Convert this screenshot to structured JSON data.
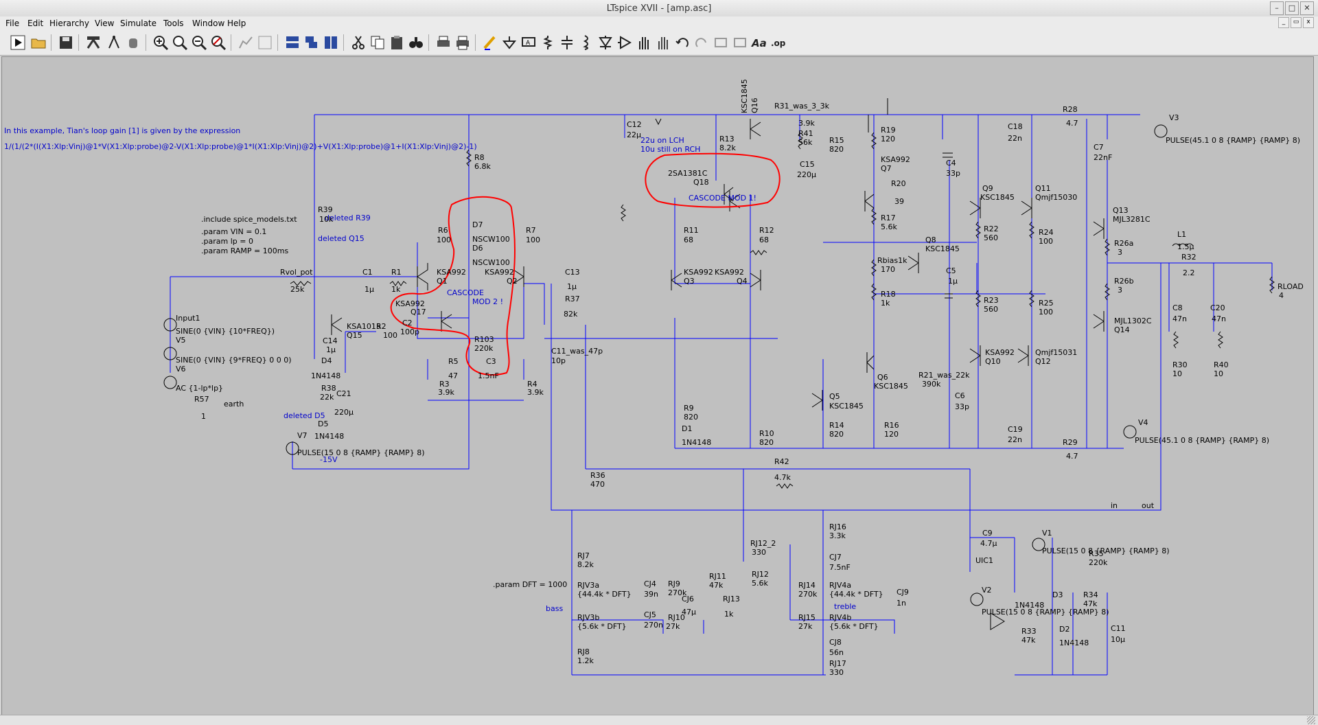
{
  "window": {
    "title": "LTspice XVII - [amp.asc]"
  },
  "menu": {
    "file": "File",
    "edit": "Edit",
    "hierarchy": "Hierarchy",
    "view": "View",
    "simulate": "Simulate",
    "tools": "Tools",
    "window": "Window",
    "help": "Help"
  },
  "toolbar": {
    "font_icon": "Aa",
    "directive_icon": ".op"
  },
  "colors": {
    "canvas": "#c0c0c0",
    "wire": "#0000ff",
    "component": "#000000",
    "text_blue": "#0000cc",
    "annotation": "#ff0000"
  },
  "schematic": {
    "notes": {
      "loop_gain_desc": "In this example, Tian's loop gain [1] is given by the expression",
      "loop_gain_expr": "1/(1/(2*(I(X1:Xlp:Vinj)@1*V(X1:Xlp:probe)@2-V(X1:Xlp:probe)@1*I(X1:Xlp:Vinj)@2)+V(X1:Xlp:probe)@1+I(X1:Xlp:Vinj)@2)-1)",
      "include": ".include spice_models.txt",
      "param_vin": ".param VIN = 0.1",
      "param_lp": ".param lp = 0",
      "param_ramp": ".param RAMP = 100ms",
      "param_dft": ".param DFT = 1000",
      "deleted_r39": "deleted R39",
      "deleted_q15": "deleted Q15",
      "deleted_d5": "deleted D5",
      "lch": "22u on LCH",
      "rch": "10u still on RCH",
      "bass": "bass",
      "treble": "treble",
      "cascode_mod1": "CASCODE MOD 1!",
      "cascode_mod2a": "CASCODE",
      "cascode_mod2b": "MOD 2 !",
      "earth": "earth",
      "neg15": "-15V",
      "in": "in",
      "out": "out"
    },
    "labels": {
      "Input1": "Input1",
      "V5": "V5",
      "V6": "V6",
      "V7": "V7",
      "V1": "V1",
      "V2": "V2",
      "V3": "V3",
      "V4": "V4",
      "sine1": "SINE(0 {VIN} {10*FREQ})",
      "sine2": "SINE(0 {VIN} {9*FREQ} 0 0 0)",
      "ac": "AC {1-lp*lp}",
      "v7val": "PULSE(15 0 8 {RAMP} {RAMP} 8)",
      "v3val": "PULSE(45.1 0 8 {RAMP} {RAMP} 8)",
      "v4val": "PULSE(45.1 0 8 {RAMP} {RAMP} 8)",
      "v1val": "PULSE(15 0 8 {RAMP} {RAMP} 8)",
      "v2val": "PULSE(15 0 8 {RAMP} {RAMP} 8)",
      "R57": "R57",
      "R57v": "1",
      "Rvol": "Rvol_pot",
      "Rvolv": "25k",
      "C1": "C1",
      "C1v": "1µ",
      "R1": "R1",
      "R1v": "1k",
      "Q15": "Q15",
      "Q15m": "KSA1015",
      "R2": "R2",
      "R2v": "100",
      "C2": "C2",
      "C2v": "100p",
      "C14": "C14",
      "C14v": "1µ",
      "D4": "D4",
      "D4m": "1N4148",
      "R38": "R38",
      "R38v": "22k",
      "C21": "C21",
      "C21v": "220µ",
      "D5": "D5",
      "D5m": "1N4148",
      "R39": "R39",
      "R39v": "10k",
      "R6": "R6",
      "R6v": "100",
      "Q1": "Q1",
      "Q1m": "KSA992",
      "Q17": "Q17",
      "Q17m": "KSA992",
      "R8": "R8",
      "R8v": "6.8k",
      "D7": "D7",
      "D7m": "NSCW100",
      "D6": "D6",
      "D6m": "NSCW100",
      "Q2": "Q2",
      "Q2m": "KSA992",
      "R7": "R7",
      "R7v": "100",
      "R103": "R103",
      "R103v": "220k",
      "R5": "R5",
      "R5v": "47",
      "C3": "C3",
      "C3v": "1.5nF",
      "R3": "R3",
      "R3v": "3.9k",
      "R4": "R4",
      "R4v": "3.9k",
      "C13": "C13",
      "C13v": "1µ",
      "R37": "R37",
      "R37v": "82k",
      "C11": "C11_was_47p",
      "C11v": "10p",
      "R36": "R36",
      "R36v": "470",
      "C12": "C12",
      "C12v": "22µ",
      "Q16": "Q16",
      "Q16m": "KSC1845",
      "R31": "R31_was_3_3k",
      "R31v": "3.9k",
      "R41": "R41",
      "R41v": "56k",
      "R13": "R13",
      "R13v": "8.2k",
      "C15": "C15",
      "C15v": "220µ",
      "Q18": "Q18",
      "Q18m": "2SA1381C",
      "R11": "R11",
      "R11v": "68",
      "R12": "R12",
      "R12v": "68",
      "Q3": "Q3",
      "Q3m": "KSA992",
      "Q4": "Q4",
      "Q4m": "KSA992",
      "R9": "R9",
      "R9v": "820",
      "D1": "D1",
      "D1m": "1N4148",
      "R10": "R10",
      "R10v": "820",
      "R15": "R15",
      "R15v": "820",
      "R19": "R19",
      "R19v": "120",
      "Q7": "Q7",
      "Q7m": "KSA992",
      "R20": "R20",
      "R20v": "39",
      "R17": "R17",
      "R17v": "5.6k",
      "Rbias": "Rbias1k",
      "Rbiasv": "170",
      "Q8": "Q8",
      "Q8m": "KSC1845",
      "R18": "R18",
      "R18v": "1k",
      "C4": "C4",
      "C4v": "33p",
      "C5": "C5",
      "C5v": "1µ",
      "Q6": "Q6",
      "Q6m": "KSC1845",
      "R21": "R21_was_22k",
      "R21v": "390k",
      "Q5": "Q5",
      "Q5m": "KSC1845",
      "R14": "R14",
      "R14v": "820",
      "R16": "R16",
      "R16v": "120",
      "C6": "C6",
      "C6v": "33p",
      "C18": "C18",
      "C18v": "22n",
      "Q9": "Q9",
      "Q9m": "KSC1845",
      "Q11": "Q11",
      "Q11m": "Qmjf15030",
      "R22": "R22",
      "R22v": "560",
      "R24": "R24",
      "R24v": "100",
      "R23": "R23",
      "R23v": "560",
      "R25": "R25",
      "R25v": "100",
      "Q10": "Q10",
      "Q10m": "KSA992",
      "Q12": "Q12",
      "Q12m": "Qmjf15031",
      "C19": "C19",
      "C19v": "22n",
      "R28": "R28",
      "R28v": "4.7",
      "C7": "C7",
      "C7v": "22nF",
      "Q13": "Q13",
      "Q13m": "MJL3281C",
      "R26a": "R26a",
      "R26av": "3",
      "R26b": "R26b",
      "R26bv": "3",
      "Q14": "Q14",
      "Q14m": "MJL1302C",
      "R29": "R29",
      "R29v": "4.7",
      "L1": "L1",
      "L1v": "1.5µ",
      "R32": "R32",
      "R32v": "2.2",
      "C8": "C8",
      "C8v": "47n",
      "C20": "C20",
      "C20v": "47n",
      "R30": "R30",
      "R30v": "10",
      "R40": "R40",
      "R40v": "10",
      "RLOAD": "RLOAD",
      "RLOADv": "4",
      "R42": "R42",
      "R42v": "4.7k",
      "RJ7": "RJ7",
      "RJ7v": "8.2k",
      "RJV3a": "RJV3a",
      "RJV3av": "{44.4k * DFT}",
      "C14b": "CJ4",
      "C14bv": "39n",
      "RJ9": "RJ9",
      "RJ9v": "270k",
      "RJV3b": "RJV3b",
      "RJV3bv": "{5.6k * DFT}",
      "CJ5": "CJ5",
      "CJ5v": "270n",
      "RJ10": "RJ10",
      "RJ10v": "27k",
      "RJ8": "RJ8",
      "RJ8v": "1.2k",
      "CJ6": "CJ6",
      "CJ6v": "47µ",
      "RJ11": "RJ11",
      "RJ11v": "47k",
      "RJ13": "RJ13",
      "RJ13v": "1k",
      "RJ12_2": "RJ12_2",
      "RJ12_2v": "330",
      "RJ12": "RJ12",
      "RJ12v": "5.6k",
      "RJ16": "RJ16",
      "RJ16v": "3.3k",
      "CJ7": "CJ7",
      "CJ7v": "7.5nF",
      "RJ14": "RJ14",
      "RJ14v": "270k",
      "RJV4a": "RJV4a",
      "RJV4av": "{44.4k * DFT}",
      "CJ9": "CJ9",
      "CJ9v": "1n",
      "RJ15": "RJ15",
      "RJ15v": "27k",
      "RJV4b": "RJV4b",
      "RJV4bv": "{5.6k * DFT}",
      "CJ8": "CJ8",
      "CJ8v": "56n",
      "RJ17": "RJ17",
      "RJ17v": "330",
      "C9": "C9",
      "C9v": "4.7µ",
      "UIC1": "UIC1",
      "R35": "R35",
      "R35v": "220k",
      "D3": "D3",
      "D3m": "1N4148",
      "R34": "R34",
      "R34v": "47k",
      "R33": "R33",
      "R33v": "47k",
      "D2": "D2",
      "D2m": "1N4148",
      "C11b": "C11",
      "C11bv": "10µ"
    }
  }
}
